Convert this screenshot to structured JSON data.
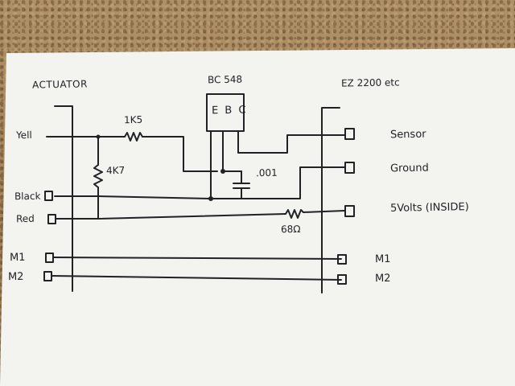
{
  "labels": {
    "actuator": "ACTUATOR",
    "transistor": "BC 548",
    "pins": "E B C",
    "controller": "EZ 2200 etc",
    "yell": "Yell",
    "black": "Black",
    "red": "Red",
    "m1_left": "M1",
    "m2_left": "M2",
    "r1": "1K5",
    "r2": "4K7",
    "cap": ".001",
    "r3": "68Ω",
    "sensor": "Sensor",
    "ground": "Ground",
    "five_volts": "5Volts (INSIDE)",
    "m1_right": "M1",
    "m2_right": "M2"
  },
  "colors": {
    "paper": "#f4f4f0",
    "ink": "#202226",
    "carpet": "#a8875f"
  }
}
